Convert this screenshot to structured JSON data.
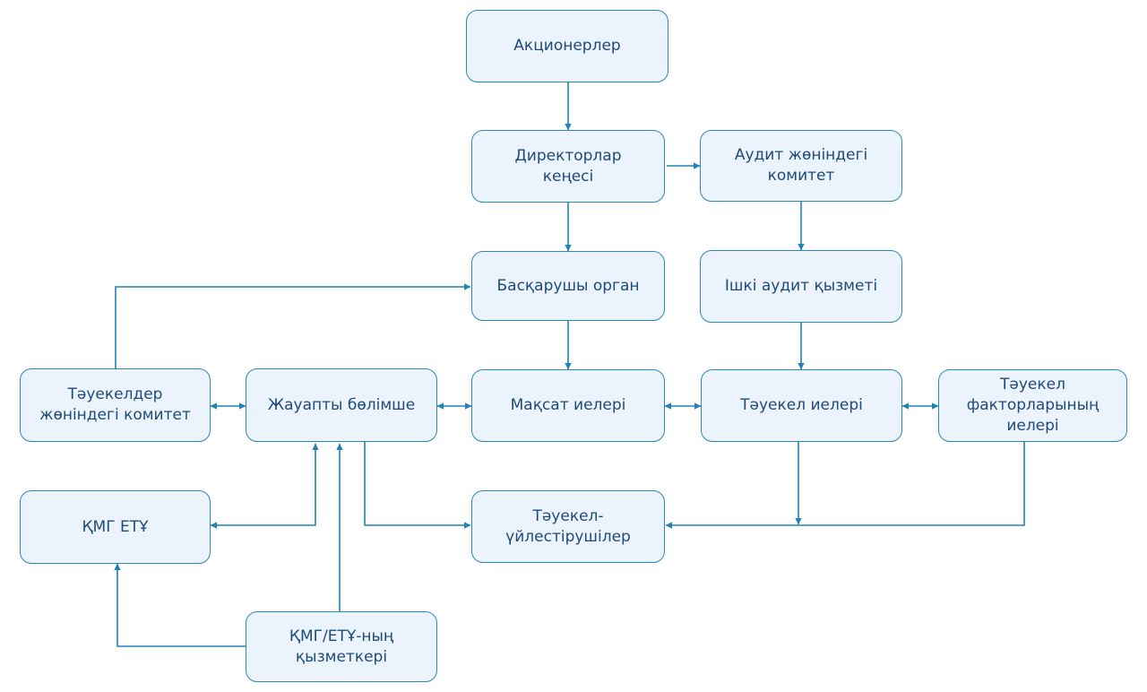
{
  "colors": {
    "box_fill": "#ebf3fc",
    "box_border": "#2f87b5",
    "text": "#1f4a7a",
    "arrow": "#1f83b6"
  },
  "nodes": {
    "shareholders": "Акционерлер",
    "board": "Директорлар\nкеңесі",
    "audit_committee": "Аудит жөніндегі\nкомитет",
    "management": "Басқарушы орган",
    "internal_audit": "Ішкі аудит қызметі",
    "risk_committee": "Тәуекелдер\nжөніндегі комитет",
    "responsible_unit": "Жауапты бөлімше",
    "goal_owners": "Мақсат иелері",
    "risk_owners": "Тәуекел иелері",
    "risk_factor_owners": "Тәуекел\nфакторларының\nиелері",
    "kmg_etu": "ҚМГ ЕТҰ",
    "risk_coordinators": "Тәуекел-\nүйлестірушілер",
    "kmg_employee": "ҚМГ/ЕТҰ-ның\nқызметкері"
  }
}
